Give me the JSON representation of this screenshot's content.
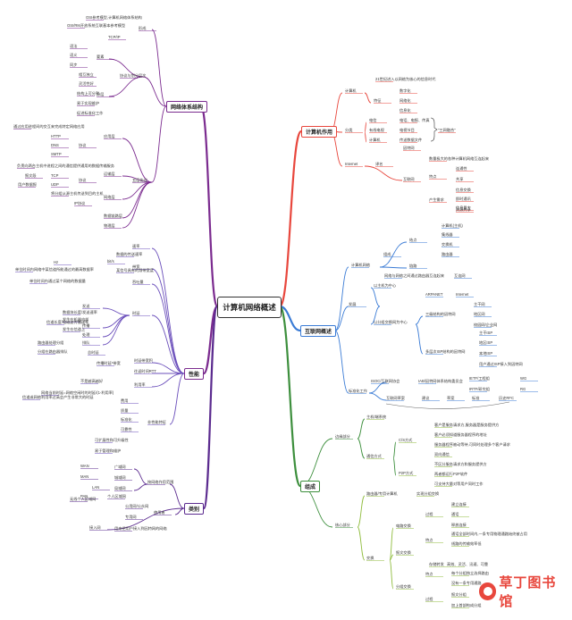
{
  "title": "计算机网络概述",
  "branches": {
    "arch": "网络体系结构",
    "role": "计算机作用",
    "inet": "互联网概述",
    "perf": "性能",
    "comp": "组成",
    "cat": "类别"
  },
  "labels": {
    "a1": "OSI参考模型,计算机网络体系结构",
    "a2": "OSI/RM开放系统互联基本参考模型",
    "a3": "TCP/IP",
    "a4": "形成",
    "a5": "语法",
    "a6": "语义",
    "a7": "同步",
    "a8": "要素",
    "a9": "相互独立",
    "a10": "灵活性好",
    "a11": "结构上可分割",
    "a12": "易于实现维护",
    "a13": "促进标准化工作",
    "a14": "分层",
    "a15": "协议与划分层次",
    "a16": "通过应用进程间的交互来完成特定网络应用",
    "a17": "HTTP",
    "a18": "DNS",
    "a19": "SMTP",
    "a20": "协议",
    "a21": "应用层",
    "a22": "负责向两台主机中进程之间的通信提供通用的数据传输服务",
    "a23": "TCP",
    "a24": "UDP",
    "a25": "报文段",
    "a26": "用户数据报",
    "a27": "协议",
    "a28": "运输层",
    "a29": "IP协议",
    "a30": "网络层",
    "a31": "数据链路层",
    "a32": "物理层",
    "a33": "五层协议",
    "a34": "将分组从源主机传送到目的主机",
    "r1": "21世纪进入以网络为核心的信息时代",
    "r2": "计算机",
    "r3": "特征",
    "r4": "数字化",
    "r5": "网络化",
    "r6": "信息化",
    "r7": "电信",
    "r8": "电话、电报、传真",
    "r9": "有线电视",
    "r10": "电视节目",
    "r11": "计算机",
    "r12": "传送数据文件",
    "r13": "分类",
    "r14": "\"三网融合\"",
    "r15": "Internet",
    "r16": "译名",
    "r17": "因特网",
    "r18": "互联网",
    "r19": "数量极大的各种计算机网络互连起来",
    "r20": "特点",
    "r21": "连通性",
    "r22": "共享",
    "r23": "信息交换",
    "r24": "产生需求",
    "r25": "即时通讯",
    "r26": "信息量大",
    "r27": "资源共享",
    "i1": "计算机网络",
    "i2": "组成",
    "i3": "结点",
    "i4": "计算机(主机)",
    "i5": "集线器",
    "i6": "交换机",
    "i7": "路由器",
    "i8": "链路",
    "i9": "网络与网络之间通过路由器互连起来",
    "i10": "互连网",
    "i11": "发展",
    "i12": "以主机为中心",
    "i13": "ARPANET",
    "i14": "Internet",
    "i15": "三级结构的因特网",
    "i16": "主干网",
    "i17": "地区网",
    "i18": "校园网/企业网",
    "i19": "以分组交换网为中心",
    "i20": "主干ISP",
    "i21": "地区ISP",
    "i22": "本地ISP",
    "i23": "多层次ISP结构的因特网",
    "i24": "用户通过ISP接入到因特网",
    "i25": "标准化工作",
    "i26": "ISOC/互联网协会",
    "i27": "IAB/因特网体系结构委员会",
    "i28": "IETF/工程组",
    "i29": "IRTF/研究组",
    "i30": "WG",
    "i31": "RG",
    "i32": "互联网草案",
    "i33": "建议",
    "i34": "草案",
    "i35": "标准",
    "i36": "历史RFC",
    "p1": "速率",
    "p2": "数据的传送速率",
    "p3": "bit/s",
    "p4": "带宽",
    "p5": "某信号具有的频带宽度",
    "p6": "Hz",
    "p7": "单位时间内网络中某信道所能通过的最高数据率",
    "p8": "吞吐量",
    "p9": "单位时间内通过某个网络的数据量",
    "p10": "时延",
    "p11": "发送",
    "p12": "数据块长度/发送速率",
    "p13": "发生在机器内部",
    "p14": "信道长度/电磁波传播速率",
    "p15": "发生在信道上",
    "p16": "传播",
    "p17": "处理",
    "p18": "排队",
    "p19": "路由器处理分组",
    "p20": "分组在路由器排队",
    "p21": "总时延",
    "p22": "时延带宽积",
    "p23": "传播时延*带宽",
    "p24": "往返时间RTT",
    "p25": "利用率",
    "p26": "不是越高越好",
    "p27": "网络当前时延=网络空闲时的时延/(1-利用率)",
    "p28": "非性能特征",
    "p29": "费用",
    "p30": "质量",
    "p31": "标准化",
    "p32": "可靠性",
    "p33": "可扩展性和可升级性",
    "p34": "易于管理和维护",
    "p35": "信道或网络利用率过高会产生非常大的时延",
    "c1": "边缘部分",
    "c2": "主机/端系统",
    "c3": "通信方式",
    "c4": "C/S方式",
    "c5": "客户是服务请求方,服务器是服务提供方",
    "c6": "客户必须知道服务器程序的地址",
    "c7": "服务器程序被动等待,可同时处理多个客户请求",
    "c8": "双向通信",
    "c9": "P2P方式",
    "c10": "不区分服务请求方和服务提供方",
    "c11": "两者都运行P2P软件",
    "c12": "可支持大量对等用户同时工作",
    "c13": "核心部分",
    "c14": "路由器/专用计算机",
    "c15": "实现分组交换",
    "c16": "电路交换",
    "c17": "过程",
    "c18": "建立连接",
    "c19": "通话",
    "c20": "释放连接",
    "c21": "特点",
    "c22": "通话全部时间内,一条专用物理通路始终被占用",
    "c23": "线路的传输效率低",
    "c24": "交换",
    "c25": "报文交换",
    "c26": "分组交换",
    "c27": "存储转发",
    "c28": "高效、灵活、迅速、可靠",
    "c29": "特点",
    "c30": "每个分组独立选择路由",
    "c31": "没有一条专用通路",
    "c32": "报文分组",
    "c33": "加上首部构成分组",
    "c34": "过程",
    "k1": "按网络作用范围",
    "k2": "广域网",
    "k3": "城域网",
    "k4": "局域网",
    "k5": "个人区域网",
    "k6": "WAN",
    "k7": "MAN",
    "k8": "LAN",
    "k9": "PAN",
    "k10": "使用者",
    "k11": "公用网/公众网",
    "k12": "专用网",
    "k13": "用来把用户接入到因特网的网络",
    "k14": "接入网",
    "k15": "无线个人区域网"
  },
  "watermark": "草丁图书馆",
  "colors": {
    "arch": "#7b2b8f",
    "role": "#e8473d",
    "inet": "#e8473d",
    "perf": "#7b2b8f",
    "comp": "#3d8f3d",
    "cat": "#5b2b8f",
    "inet2": "#3a7bd5",
    "comp2": "#8fbc3d",
    "perf2": "#6b4fbb"
  }
}
